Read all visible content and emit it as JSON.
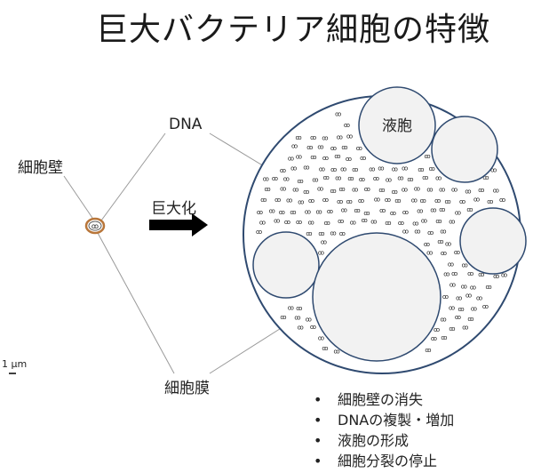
{
  "title": "巨大バクテリア細胞の特徴",
  "labels": {
    "cell_wall": "細胞壁",
    "dna": "DNA",
    "membrane": "細胞膜",
    "enlarge": "巨大化",
    "vacuole": "液胞",
    "scale": "1 μm"
  },
  "small_cell_glyph": "ꝏ",
  "dna_glyph": "ꝏ",
  "features": [
    "細胞壁の消失",
    "DNAの複製・増加",
    "液胞の形成",
    "細胞分裂の停止"
  ],
  "colors": {
    "cell_outline": "#2f4a70",
    "vacuole_fill": "#f2f2f2",
    "small_cell_ring": "#b8763a",
    "lines": "#9a9a9a"
  }
}
